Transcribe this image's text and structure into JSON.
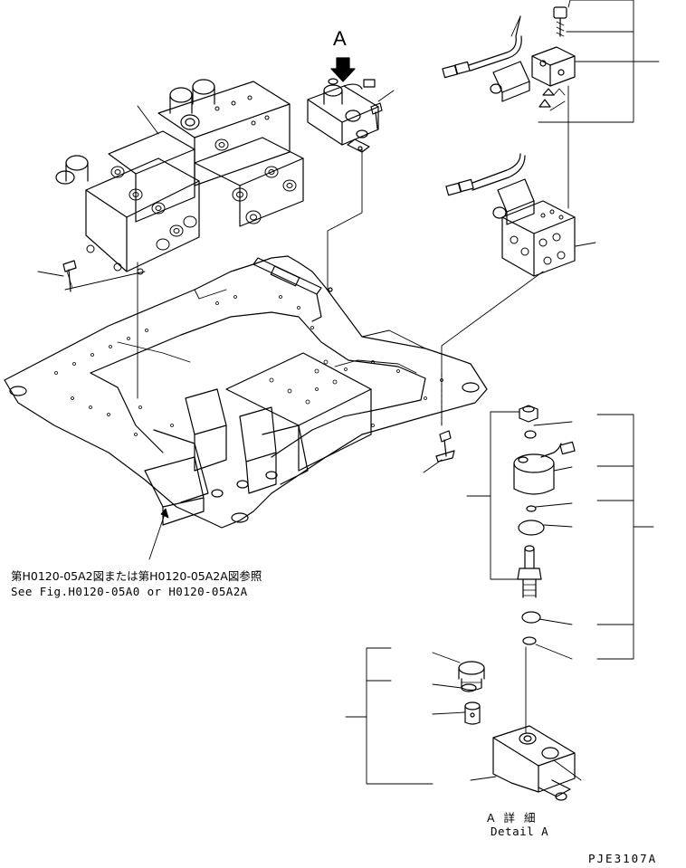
{
  "labels": {
    "view_marker": "A",
    "reference_jp": "第H0120-05A2図または第H0120-05A2A図参照",
    "reference_en": "See Fig.H0120-05A0 or H0120-05A2A",
    "detail_jp": "A 詳 細",
    "detail_en": "Detail A",
    "drawing_code": "PJE3107A"
  }
}
